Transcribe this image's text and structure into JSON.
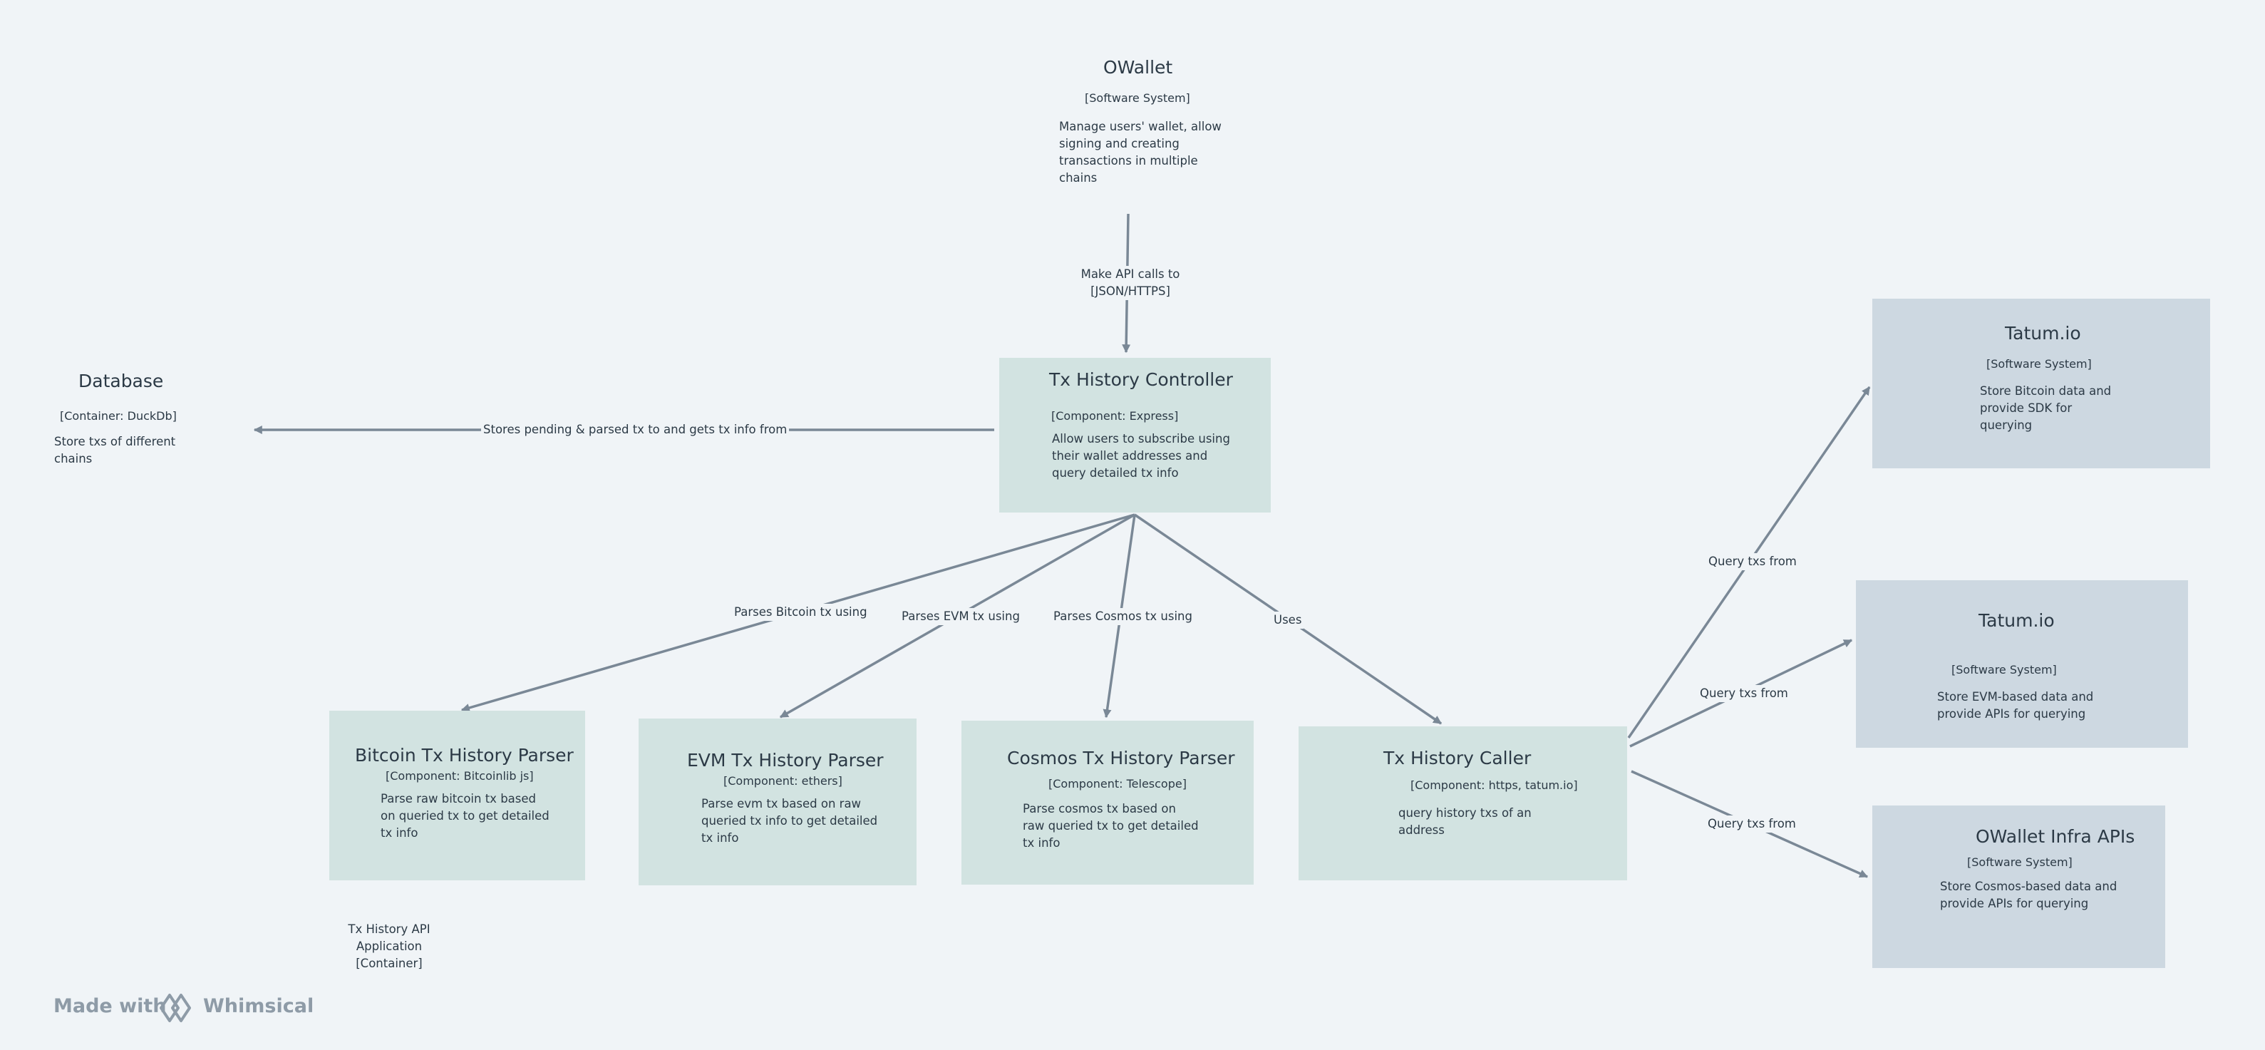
{
  "nodes": {
    "owallet": {
      "title": "OWallet",
      "type": "[Software System]",
      "desc": "Manage users' wallet, allow signing and creating transactions in multiple chains"
    },
    "database": {
      "title": "Database",
      "type": "[Container: DuckDb]",
      "desc": "Store txs of different chains"
    },
    "controller": {
      "title": "Tx History Controller",
      "type": "[Component: Express]",
      "desc": "Allow users to subscribe using their wallet addresses and query detailed tx info"
    },
    "bitcoin_parser": {
      "title": "Bitcoin Tx History Parser",
      "type": "[Component: Bitcoinlib js]",
      "desc": "Parse raw bitcoin tx based on queried tx to get detailed tx info"
    },
    "evm_parser": {
      "title": "EVM Tx History Parser",
      "type": "[Component: ethers]",
      "desc": "Parse evm tx based on raw queried tx info to get detailed tx info"
    },
    "cosmos_parser": {
      "title": "Cosmos Tx History Parser",
      "type": "[Component: Telescope]",
      "desc": "Parse cosmos tx based on raw queried tx to get detailed tx info"
    },
    "caller": {
      "title": "Tx History Caller",
      "type": "[Component: https, tatum.io]",
      "desc": "query history txs of an address"
    },
    "tatum_btc": {
      "title": "Tatum.io",
      "type": "[Software System]",
      "desc": "Store Bitcoin data and provide SDK for querying"
    },
    "tatum_evm": {
      "title": "Tatum.io",
      "type": "[Software System]",
      "desc": "Store EVM-based data and provide APIs for querying"
    },
    "infra": {
      "title": "OWallet Infra APIs",
      "type": "[Software System]",
      "desc": "Store Cosmos-based data and provide APIs for querying"
    }
  },
  "edges": {
    "owallet_controller": "Make API calls to\n[JSON/HTTPS]",
    "controller_database": "Stores pending & parsed tx to and gets tx info from",
    "controller_bitcoin": "Parses Bitcoin tx using",
    "controller_evm": "Parses EVM tx using",
    "controller_cosmos": "Parses Cosmos tx using",
    "controller_caller": "Uses",
    "caller_tatum_btc": "Query txs from",
    "caller_tatum_evm": "Query txs from",
    "caller_infra": "Query txs from"
  },
  "boundary": {
    "name": "Tx History API Application",
    "type": "[Container]"
  },
  "footer": {
    "made_with": "Made with",
    "brand": "Whimsical",
    "logo_icon": "whimsical-logo-icon"
  },
  "colors": {
    "background": "#f0f4f7",
    "component_fill": "#d2e3e1",
    "external_fill": "#cdd8e1",
    "edge": "#7a8896",
    "text": "#2c3a46",
    "brand": "#8e9ba7"
  }
}
